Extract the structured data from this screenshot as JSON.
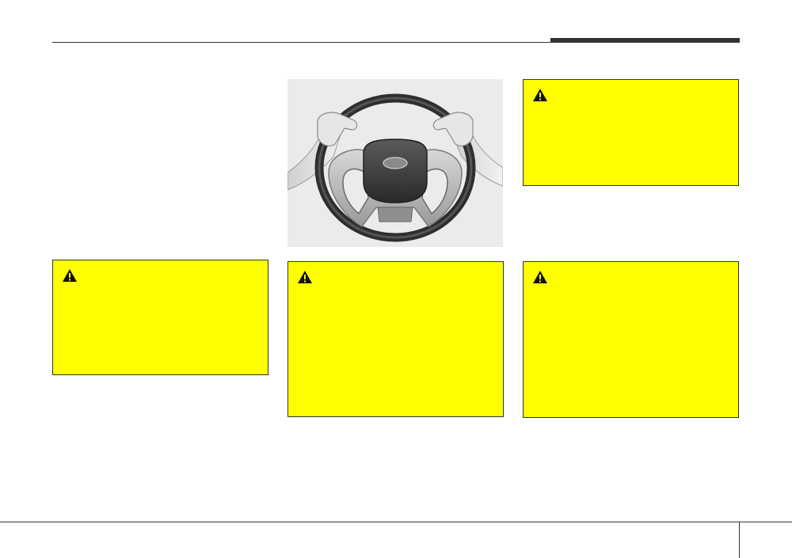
{
  "page": {
    "figure": {
      "subject": "steering-wheel-with-hands"
    },
    "warnings": [
      {
        "id": "warning-1",
        "icon": "warning-triangle-icon"
      },
      {
        "id": "warning-2",
        "icon": "warning-triangle-icon"
      },
      {
        "id": "warning-3",
        "icon": "warning-triangle-icon"
      },
      {
        "id": "warning-4",
        "icon": "warning-triangle-icon"
      }
    ],
    "colors": {
      "warning_fill": "#ffff00",
      "rule": "#333333",
      "figure_bg": "#ebebeb"
    }
  }
}
